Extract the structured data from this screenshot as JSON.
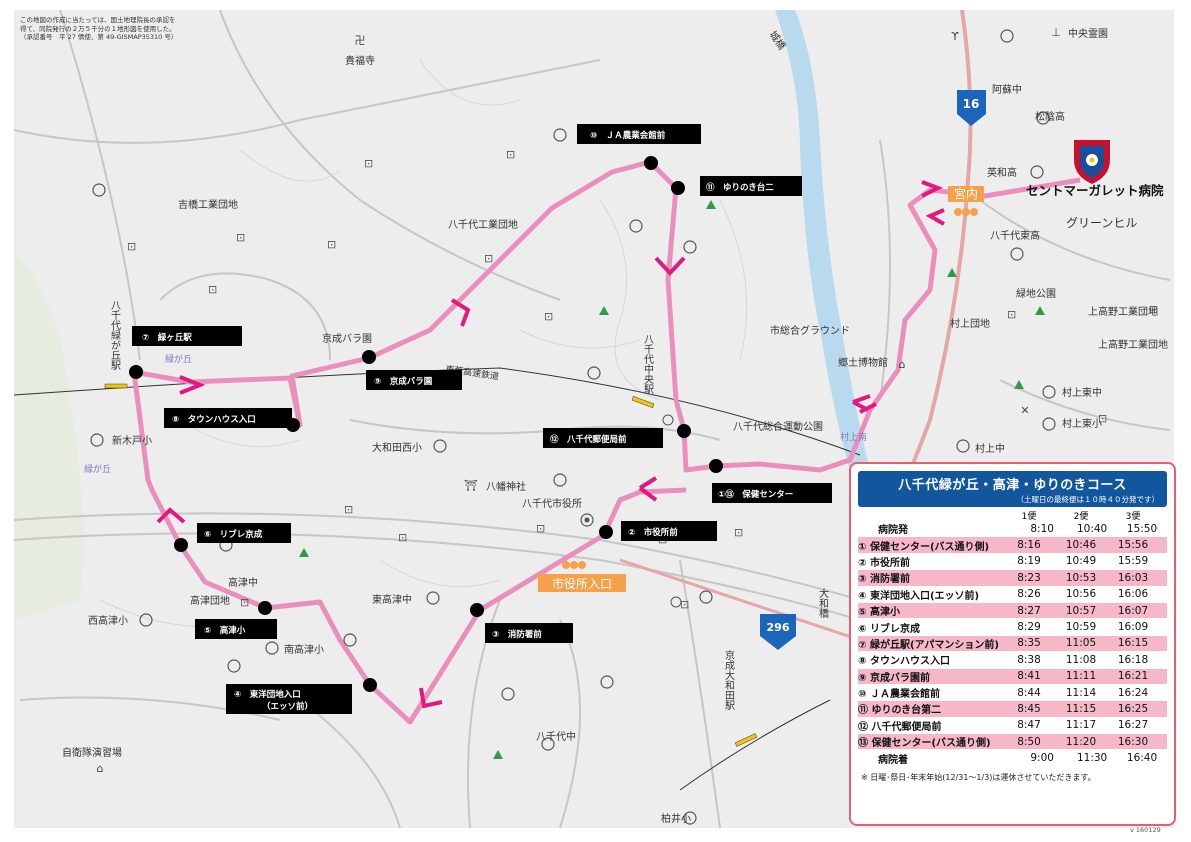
{
  "copyright": {
    "line1": "この地図の作成に当たっては、国土地理院長の承認を",
    "line2": "得て、同院発行の２万５千分の１地形図を使用した。",
    "line3": "（承認番号　平 27 情使、第 49-GISMAP35310 号）"
  },
  "version": "v 160129",
  "hospital": {
    "name": "セントマーガレット病院"
  },
  "route_shields": {
    "r16": "16",
    "r296": "296"
  },
  "stops": {
    "s10": "⑩　ＪＡ農業会館前",
    "s11": "⑪　ゆりのき台二",
    "s7": "⑦　緑ヶ丘駅",
    "s8": "⑧　タウンハウス入口",
    "s9": "⑨　京成バラ園",
    "s12": "⑫　八千代郵便局前",
    "s1": "①⑬　保健センター",
    "s2": "②　市役所前",
    "s6": "⑥　リブレ京成",
    "s3": "③　消防署前",
    "s5": "⑤　高津小",
    "s4a": "④　東洋団地入口",
    "s4b": "（エッソ前）"
  },
  "highlights": {
    "miyauchi": "宮内",
    "shiyakusho": "市役所入口"
  },
  "map_labels": {
    "kifukuji": "貴福寺",
    "joubashi": "城橋",
    "chuo_reien": "中央霊園",
    "aso_chu": "阿蘇中",
    "shoin_ko": "松陰高",
    "eiwa_ko": "英和高",
    "green_hill": "グリーンヒル",
    "yachiyo_higashi_ko": "八千代東高",
    "ryokuchi_koen": "緑地公園",
    "murakami_danchi": "村上団地",
    "kamikoya_kogyo": "上高野工業団地",
    "kyodo_museum": "郷土博物館",
    "shi_ground": "市総合グラウンド",
    "murakami_higashi_chu": "村上東中",
    "murakami_higashi_sho": "村上東小",
    "murakami_chu": "村上中",
    "murakami_minami": "村上南",
    "yachiyo_sogo_undo": "八千代総合運動公園",
    "yachiyo_kogyo": "八千代工業団地",
    "yoshihashi_kogyo": "吉橋工業団地",
    "keisei_bara_en": "京成バラ園",
    "toyo_kosoku": "東葉高速鉄道",
    "yachiyo_midorigaoka_eki": "八千代緑が丘駅",
    "midorigaoka_1": "緑が丘",
    "midorigaoka_2": "緑が丘",
    "shin_kidoshi": "新木戸小",
    "owada_nishi_sho": "大和田西小",
    "hachiman_jinja": "八幡神社",
    "yachiyo_shiyakusho": "八千代市役所",
    "yachiyo_chuo_eki": "八千代中央駅",
    "takatsu_chu": "高津中",
    "takatsu_danchi": "高津団地",
    "nishi_takatsu_sho": "西高津小",
    "minami_takatsu_sho": "南高津小",
    "higashi_takatsu_chu": "東高津中",
    "yachiyo_chu": "八千代中",
    "keisei_owada_eki": "京成大和田駅",
    "owada_bashi": "大和橋",
    "jieitai": "自衛隊演習場",
    "kashiwai_sho": "柏井小"
  },
  "timetable": {
    "title": "八千代緑が丘・高津・ゆりのきコース",
    "note": "（土曜日の最終便は１０時４０分発です）",
    "columns": [
      "1便",
      "2便",
      "3便"
    ],
    "rows": [
      {
        "stop": "病院発",
        "t1": "8:10",
        "t2": "10:40",
        "t3": "15:50"
      },
      {
        "stop": "① 保健センター(バス通り側)",
        "t1": "8:16",
        "t2": "10:46",
        "t3": "15:56"
      },
      {
        "stop": "② 市役所前",
        "t1": "8:19",
        "t2": "10:49",
        "t3": "15:59"
      },
      {
        "stop": "③ 消防署前",
        "t1": "8:23",
        "t2": "10:53",
        "t3": "16:03"
      },
      {
        "stop": "④ 東洋団地入口(エッソ前)",
        "t1": "8:26",
        "t2": "10:56",
        "t3": "16:06"
      },
      {
        "stop": "⑤ 高津小",
        "t1": "8:27",
        "t2": "10:57",
        "t3": "16:07"
      },
      {
        "stop": "⑥ リブレ京成",
        "t1": "8:29",
        "t2": "10:59",
        "t3": "16:09"
      },
      {
        "stop": "⑦ 緑が丘駅(アパマンション前)",
        "t1": "8:35",
        "t2": "11:05",
        "t3": "16:15"
      },
      {
        "stop": "⑧ タウンハウス入口",
        "t1": "8:38",
        "t2": "11:08",
        "t3": "16:18"
      },
      {
        "stop": "⑨ 京成バラ園前",
        "t1": "8:41",
        "t2": "11:11",
        "t3": "16:21"
      },
      {
        "stop": "⑩ ＪＡ農業会館前",
        "t1": "8:44",
        "t2": "11:14",
        "t3": "16:24"
      },
      {
        "stop": "⑪ ゆりのき台第二",
        "t1": "8:45",
        "t2": "11:15",
        "t3": "16:25"
      },
      {
        "stop": "⑫ 八千代郵便局前",
        "t1": "8:47",
        "t2": "11:17",
        "t3": "16:27"
      },
      {
        "stop": "⑬ 保健センター(バス通り側)",
        "t1": "8:50",
        "t2": "11:20",
        "t3": "16:30"
      },
      {
        "stop": "病院着",
        "t1": "9:00",
        "t2": "11:30",
        "t3": "16:40"
      }
    ],
    "footer": "※ 日曜･祭日･年末年始(12/31〜1/3)は運休させていただきます。"
  },
  "colors": {
    "route": "#ea8fbb",
    "arrow": "#e2187f",
    "header": "#12579e",
    "row_pink": "#f6b8c8",
    "border": "#e4606f",
    "river": "#b9d9ee",
    "road": "#bfbfbf"
  }
}
